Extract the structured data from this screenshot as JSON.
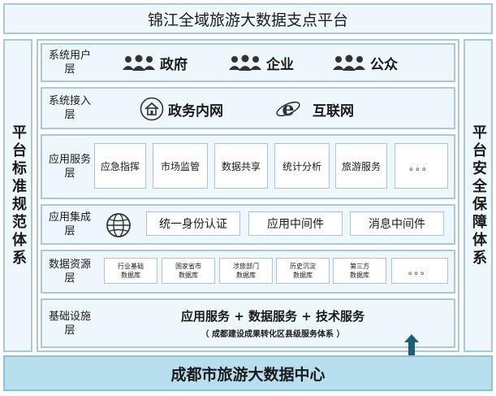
{
  "title": "锦江全域旅游大数据支点平台",
  "left_side": "平台标准规范体系",
  "right_side": "平台安全保障体系",
  "layers": {
    "user": {
      "label": "系统用户层",
      "groups": [
        "政府",
        "企业",
        "公众"
      ]
    },
    "access": {
      "label": "系统接入层",
      "items": [
        "政务内网",
        "互联网"
      ]
    },
    "service": {
      "label": "应用服务层",
      "items": [
        "应急指挥",
        "市场监管",
        "数据共享",
        "统计分析",
        "旅游服务",
        "。。。"
      ]
    },
    "integration": {
      "label": "应用集成层",
      "items": [
        "统一身份认证",
        "应用中间件",
        "消息中间件"
      ]
    },
    "data": {
      "label": "数据资源层",
      "items": [
        {
          "l1": "行业基础",
          "l2": "数据库"
        },
        {
          "l1": "国家省市",
          "l2": "数据库"
        },
        {
          "l1": "涉旅部门",
          "l2": "数据库"
        },
        {
          "l1": "历史沉淀",
          "l2": "数据库"
        },
        {
          "l1": "第三方",
          "l2": "数据库"
        }
      ],
      "more": "。。。"
    },
    "infra": {
      "label": "基础设施层",
      "main": "应用服务 + 数据服务 + 技术服务",
      "sub": "（ 成都建设成果转化区县级服务体系 ）"
    }
  },
  "bottom": "成都市旅游大数据中心",
  "colors": {
    "panel_fill": "#eef7fb",
    "panel_border": "#a9c9d8",
    "bottom_fill": "#b7dfee",
    "arrow": "#1e5f78"
  }
}
